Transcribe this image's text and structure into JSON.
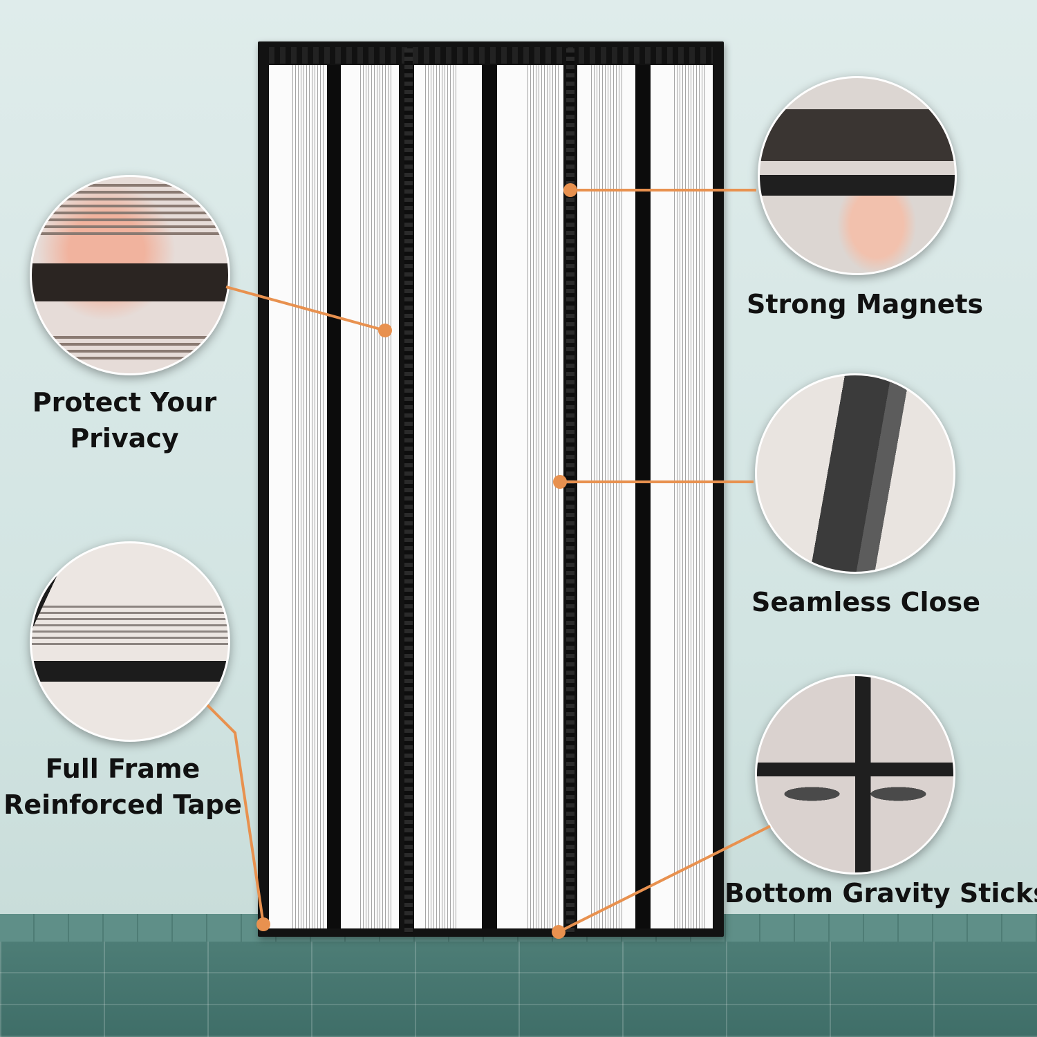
{
  "features": {
    "privacy": "Protect Your\nPrivacy",
    "frame_tape": "Full Frame\nReinforced Tape",
    "magnets": "Strong Magnets",
    "seamless": "Seamless Close",
    "gravity": "Bottom Gravity Sticks"
  },
  "colors": {
    "leader": "#e8914f",
    "wall": "#d6e7e5",
    "floor": "#46766f"
  }
}
